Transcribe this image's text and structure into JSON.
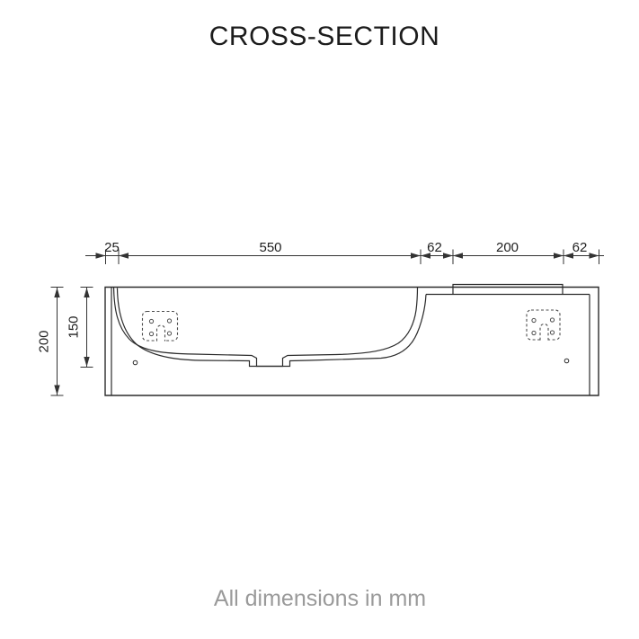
{
  "title": "CROSS-SECTION",
  "note": "All dimensions in mm",
  "units": "mm",
  "dimensions": {
    "horizontal": [
      {
        "id": "left-wall",
        "label": "25"
      },
      {
        "id": "bowl-width",
        "label": "550"
      },
      {
        "id": "gap-left-of-cover",
        "label": "62"
      },
      {
        "id": "deck-cover-width",
        "label": "200"
      },
      {
        "id": "gap-right-of-cover",
        "label": "62"
      }
    ],
    "vertical": [
      {
        "id": "overall-height",
        "label": "200"
      },
      {
        "id": "bowl-depth",
        "label": "150"
      }
    ]
  },
  "colors": {
    "background": "#ffffff",
    "drawing_line": "#2b2b2b",
    "dimension_line": "#333333",
    "dimension_text": "#1f1f1f",
    "title_text": "#1c1c1c",
    "muted_note_text": "#9a9a9a",
    "hidden_bracket_line": "#4d4d4d"
  }
}
